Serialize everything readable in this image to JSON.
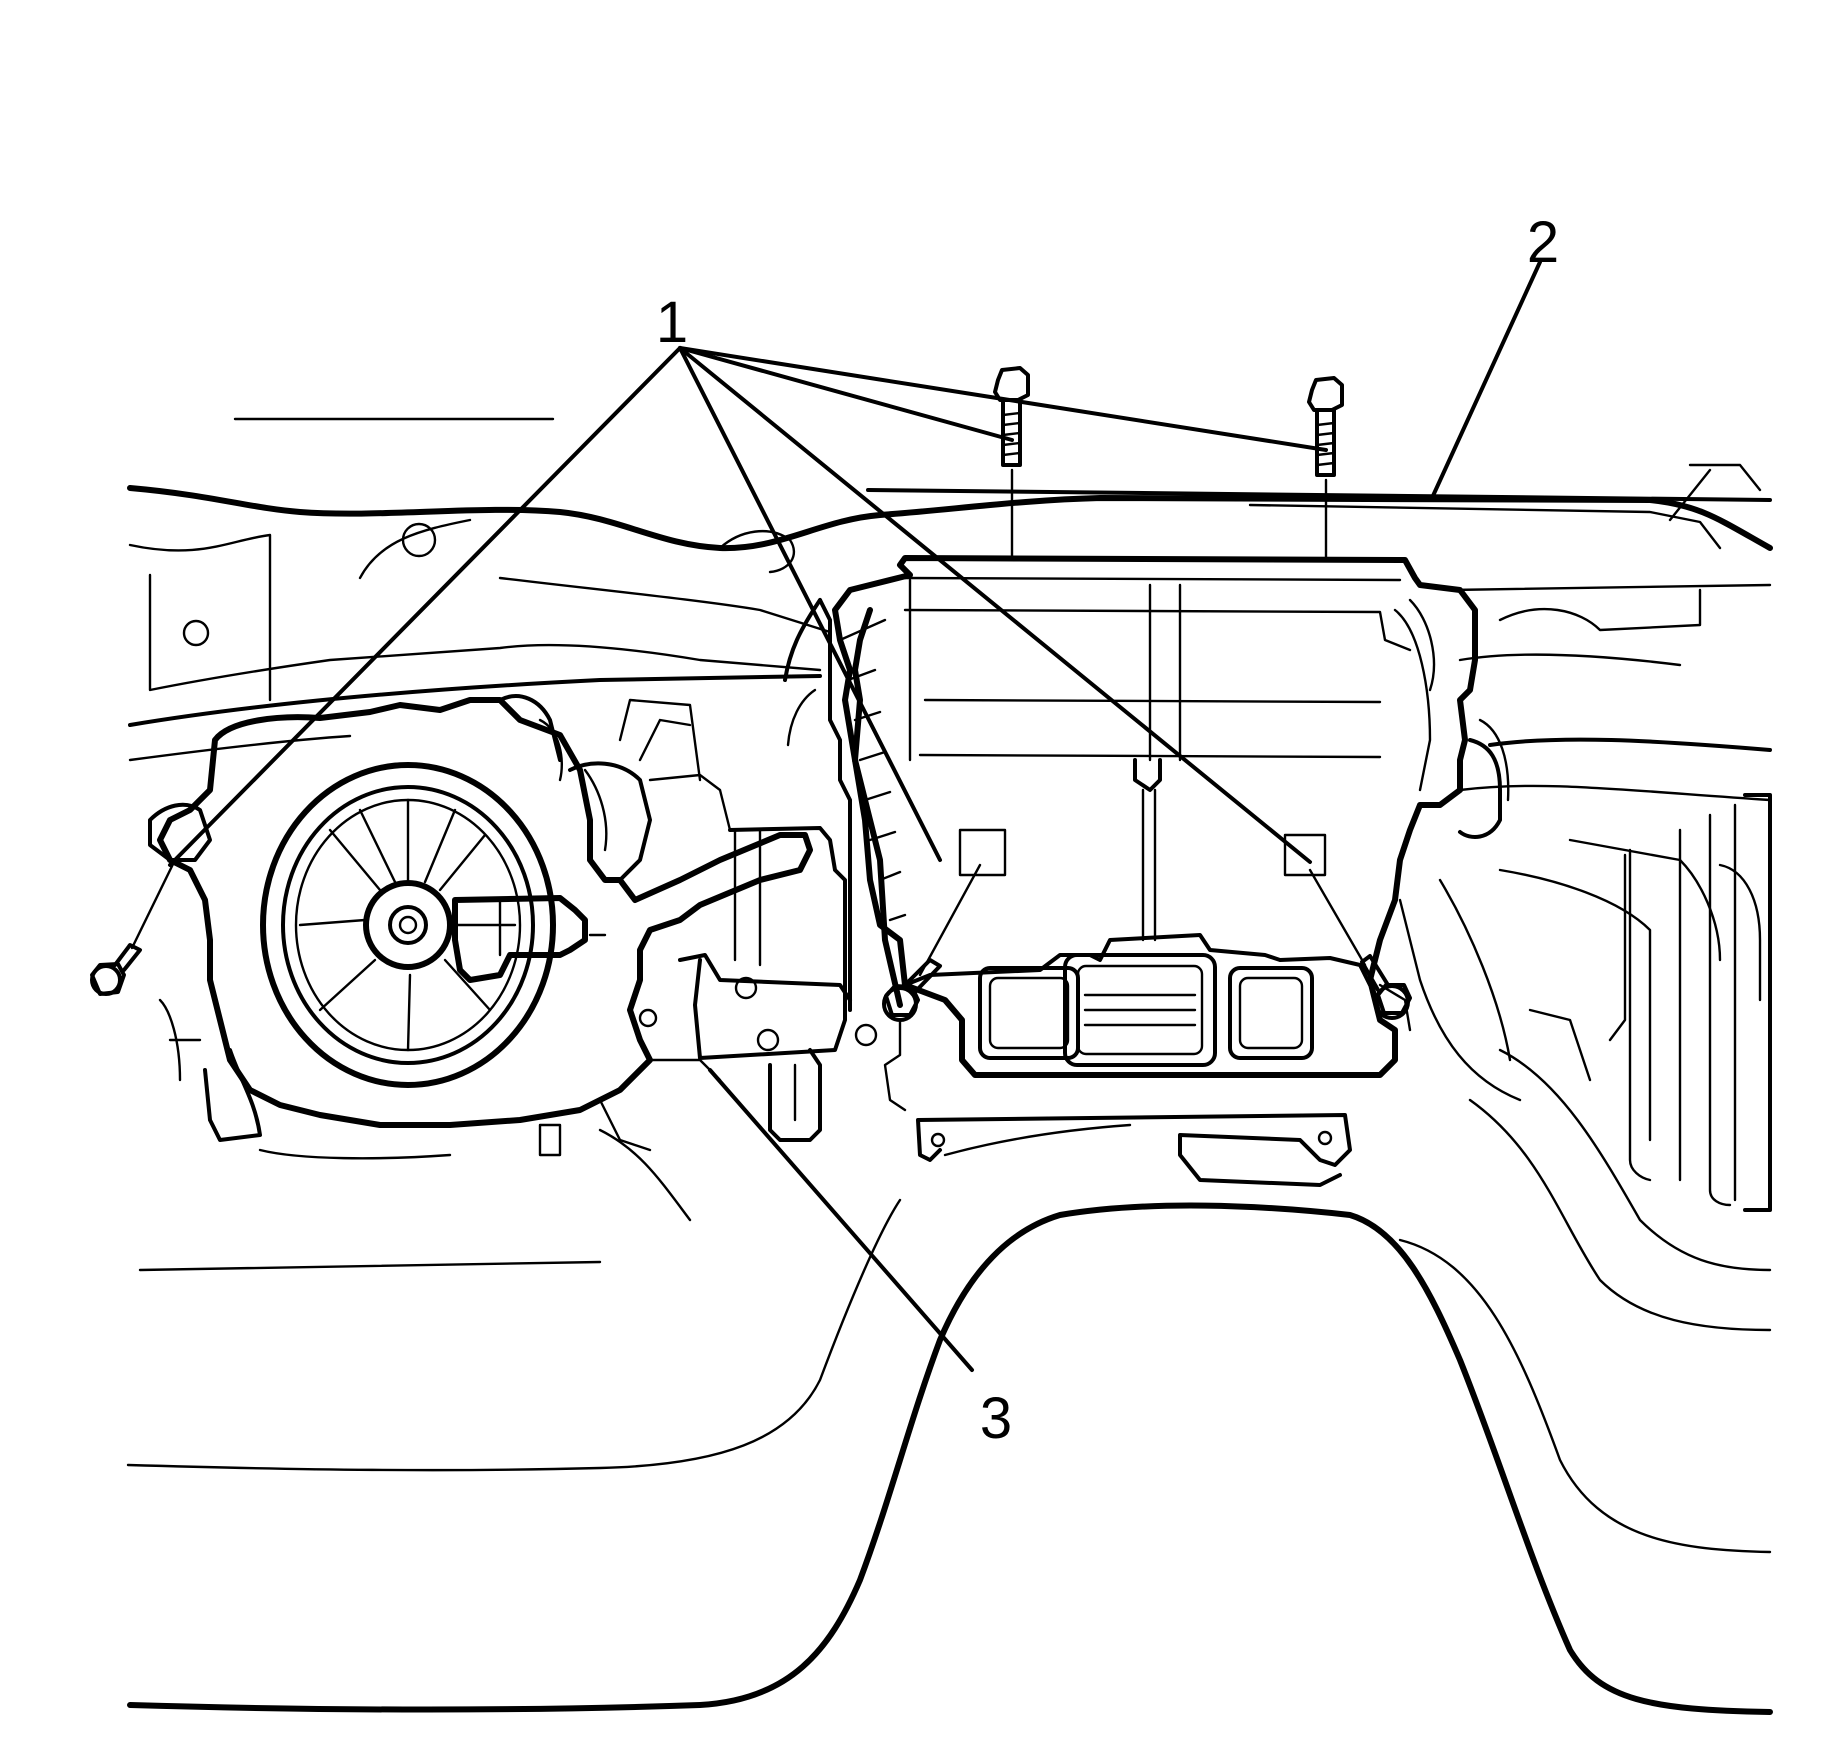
{
  "callouts": [
    {
      "id": "1",
      "label": "1"
    },
    {
      "id": "2",
      "label": "2"
    },
    {
      "id": "3",
      "label": "3"
    }
  ]
}
